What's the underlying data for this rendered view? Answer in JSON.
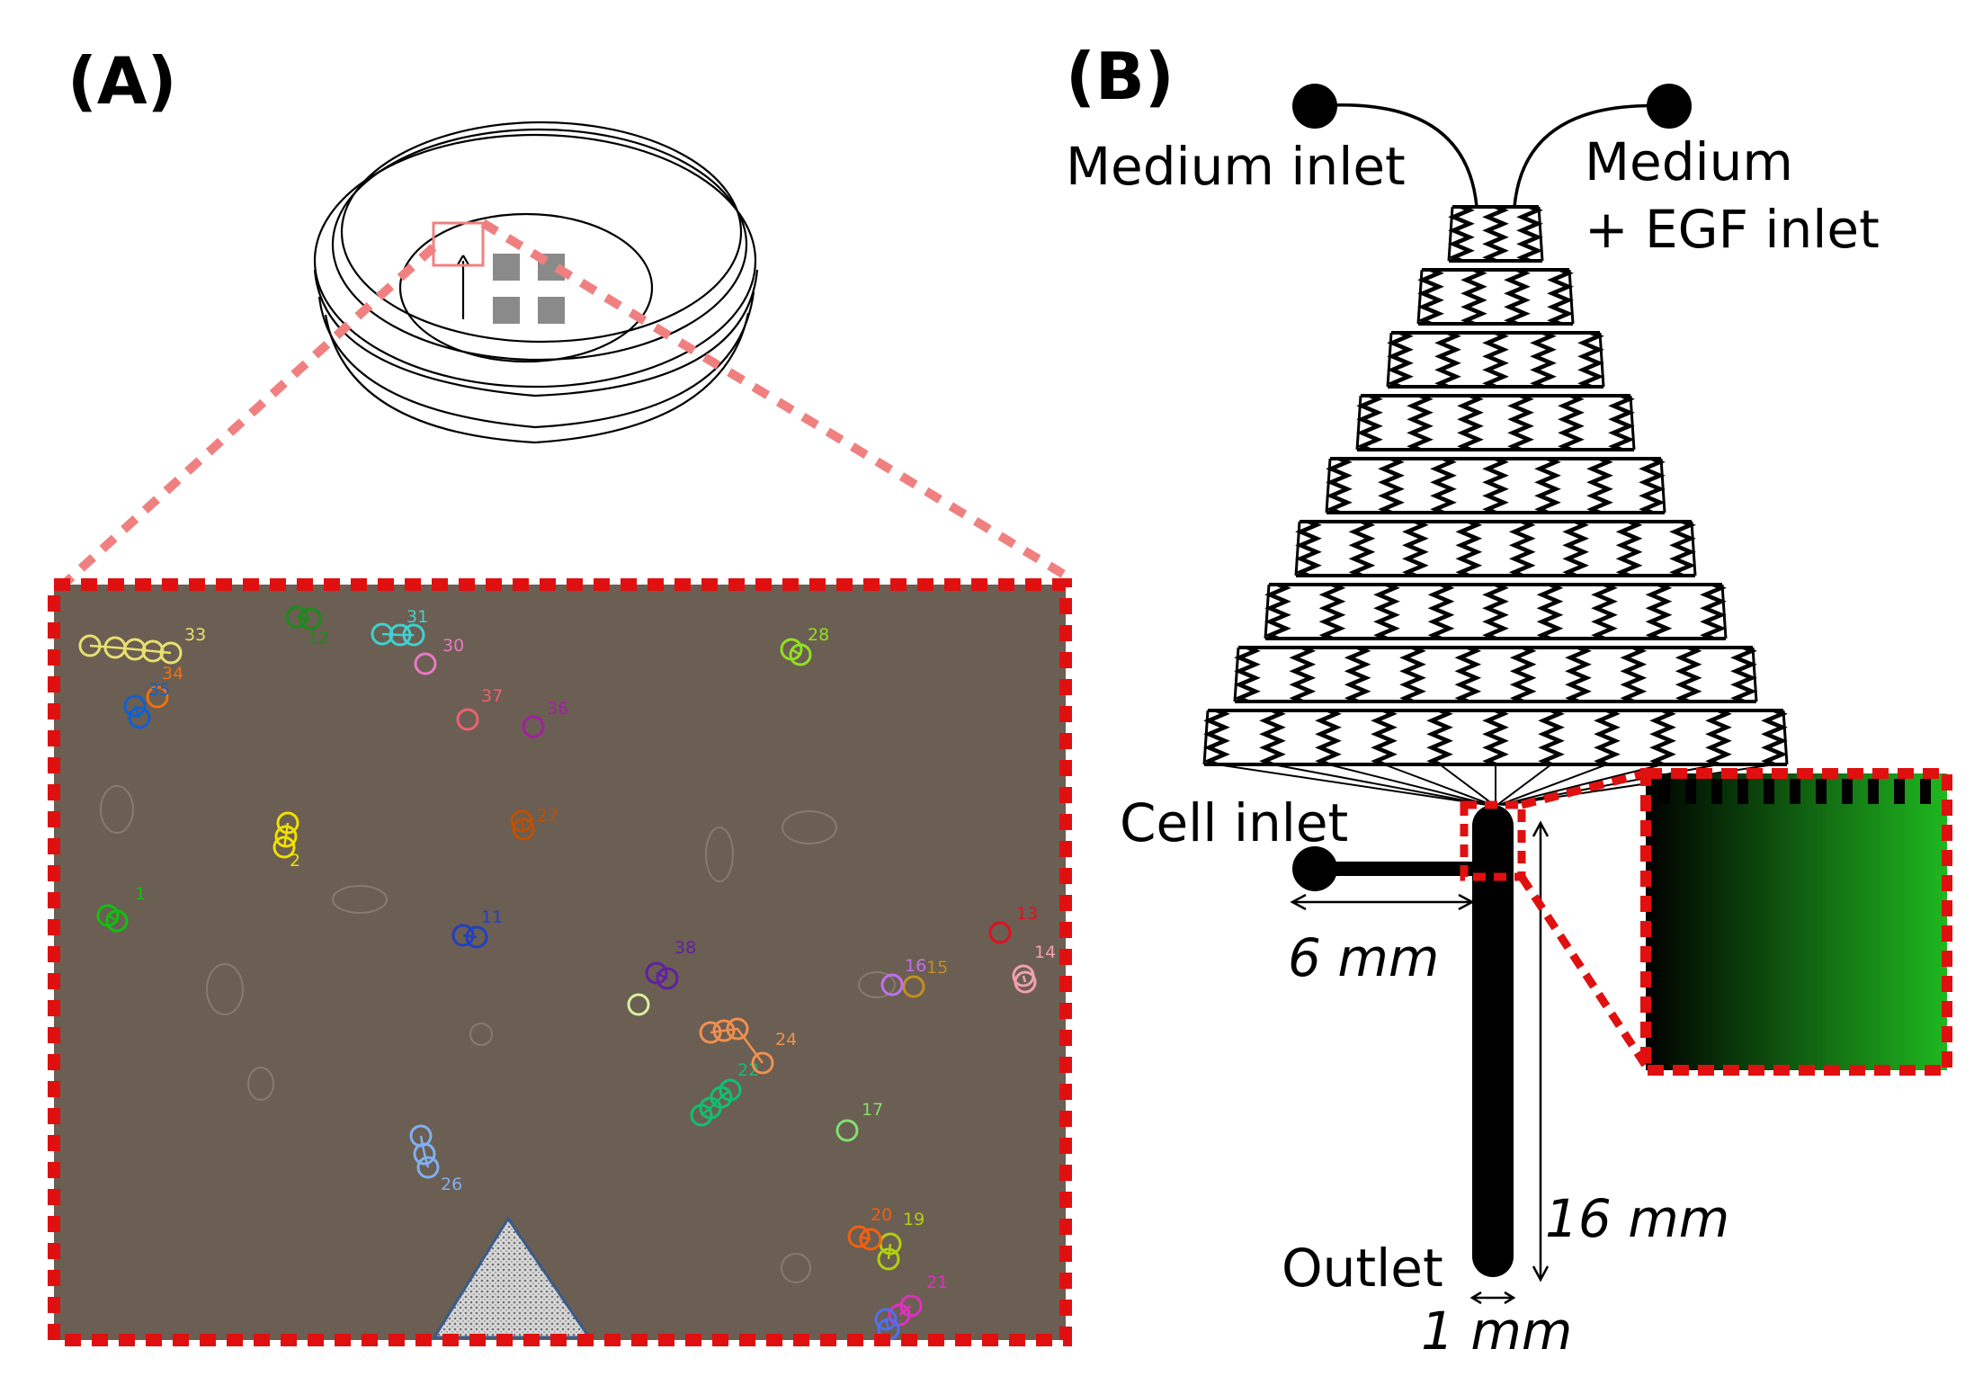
{
  "panel_a": {
    "label": "(A)",
    "cells": [
      {
        "id": "33",
        "color": "#e8e070"
      },
      {
        "id": "12",
        "color": "#1a8c1a"
      },
      {
        "id": "31",
        "color": "#40d0d0"
      },
      {
        "id": "30",
        "color": "#e878c8"
      },
      {
        "id": "28",
        "color": "#90e020"
      },
      {
        "id": "34",
        "color": "#f07010"
      },
      {
        "id": "35",
        "color": "#1060d0"
      },
      {
        "id": "37",
        "color": "#f06070"
      },
      {
        "id": "36",
        "color": "#a020a0"
      },
      {
        "id": "2",
        "color": "#f0e000"
      },
      {
        "id": "27",
        "color": "#c05000"
      },
      {
        "id": "1",
        "color": "#10c010"
      },
      {
        "id": "11",
        "color": "#2040c0"
      },
      {
        "id": "13",
        "color": "#e01020"
      },
      {
        "id": "14",
        "color": "#f0a0b0"
      },
      {
        "id": "38",
        "color": "#6020a0"
      },
      {
        "id": "16",
        "color": "#c070f0"
      },
      {
        "id": "15",
        "color": "#c09020"
      },
      {
        "id": "24",
        "color": "#f09050"
      },
      {
        "id": "22",
        "color": "#10c070"
      },
      {
        "id": "17",
        "color": "#80e070"
      },
      {
        "id": "26",
        "color": "#80b0f0"
      },
      {
        "id": "20",
        "color": "#f06010"
      },
      {
        "id": "19",
        "color": "#b0d010"
      },
      {
        "id": "21",
        "color": "#e030c0"
      }
    ]
  },
  "panel_b": {
    "label": "(B)",
    "medium_inlet": "Medium inlet",
    "medium_egf_line1": "Medium",
    "medium_egf_line2": "+ EGF inlet",
    "cell_inlet": "Cell inlet",
    "outlet": "Outlet",
    "dim_6": "6 mm",
    "dim_16": "16 mm",
    "dim_1": "1 mm"
  },
  "colors": {
    "zoom_dash": "#f08080",
    "inset_border": "#e01010",
    "micrograph_bg": "#6b5e52",
    "gradient_start": "#000000",
    "gradient_end": "#1fb81f"
  }
}
